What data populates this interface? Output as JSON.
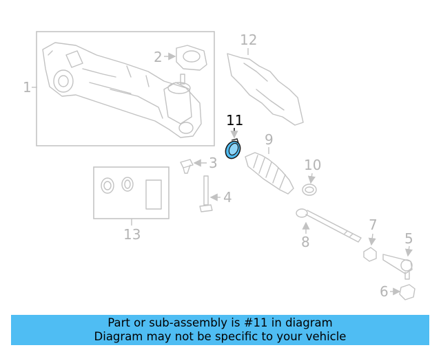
{
  "labels": {
    "p1": "1",
    "p2": "2",
    "p3": "3",
    "p4": "4",
    "p5": "5",
    "p6": "6",
    "p7": "7",
    "p8": "8",
    "p9": "9",
    "p10": "10",
    "p11": "11",
    "p12": "12",
    "p13": "13"
  },
  "highlight": {
    "part": "11",
    "color": "#4fbdf3"
  },
  "banner": {
    "line1": "Part or sub-assembly is #11 in diagram",
    "line2": "Diagram may not be specific to your vehicle",
    "color": "#4fbdf3"
  }
}
